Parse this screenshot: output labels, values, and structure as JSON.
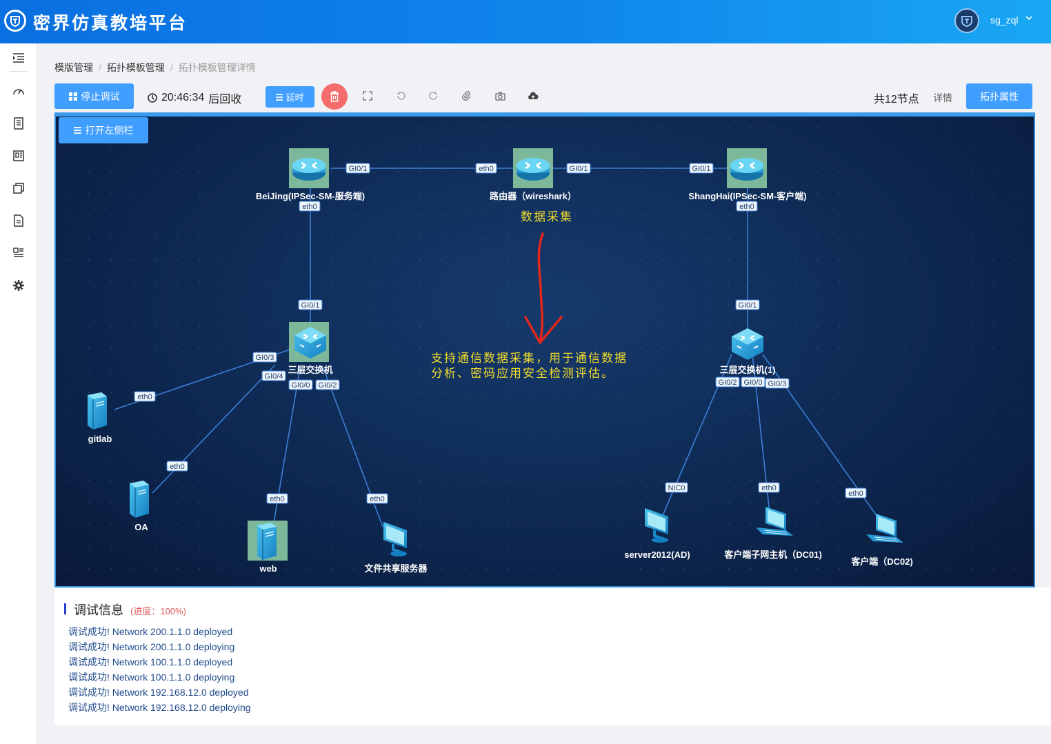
{
  "header": {
    "app_title": "密界仿真教培平台",
    "username": "sg_zql",
    "logo_icon": "shield-logo-icon",
    "avatar_icon": "user-avatar-icon"
  },
  "sidebar": {
    "items": [
      {
        "icon": "menu-indent-icon"
      },
      {
        "icon": "dashboard-icon"
      },
      {
        "icon": "document-icon"
      },
      {
        "icon": "book-icon"
      },
      {
        "icon": "copy-icon"
      },
      {
        "icon": "file-icon"
      },
      {
        "icon": "layout-icon"
      },
      {
        "icon": "gear-icon"
      }
    ]
  },
  "breadcrumb": {
    "items": [
      "模版管理",
      "拓扑模板管理",
      "拓扑模板管理详情"
    ],
    "separator": "/"
  },
  "toolbar": {
    "stop_debug_label": "停止调试",
    "timer_time": "20:46:34",
    "timer_suffix": "后回收",
    "delay_label": "延时",
    "node_count": "共12节点",
    "detail_label": "详情",
    "topo_props_label": "拓扑属性"
  },
  "canvas": {
    "open_sidebar_label": "打开左侧栏",
    "nodes": {
      "beijing": "BeiJing(IPSec-SM-服务端)",
      "router_ws": "路由器（wireshark）",
      "shanghai": "ShangHai(IPSec-SM-客户端)",
      "l3_switch": "三层交换机",
      "l3_switch_1": "三层交换机(1)",
      "gitlab": "gitlab",
      "oa": "OA",
      "web": "web",
      "file_server": "文件共享服务器",
      "server2012": "server2012(AD)",
      "client_dc01": "客户端子网主机（DC01)",
      "client_dc02": "客户端（DC02)"
    },
    "ports": {
      "bj_gi01": "GI0/1",
      "bj_eth0": "eth0",
      "rw_eth0": "eth0",
      "rw_gi01": "GI0/1",
      "sh_gi01": "GI0/1",
      "sh_eth0": "eth0",
      "sw_gi01": "GI0/1",
      "sw_gi03": "GI0/3",
      "sw_gi04": "GI0/4",
      "sw_gi00": "GI0/0",
      "sw_gi02": "GI0/2",
      "gitlab_eth0": "eth0",
      "oa_eth0": "eth0",
      "web_eth0": "eth0",
      "fs_eth0": "eth0",
      "sw1_gi01": "GI0/1",
      "sw1_gi02": "GI0/2",
      "sw1_gi00": "GI0/0",
      "sw1_gi03": "GI0/3",
      "ad_nic0": "NIC0",
      "dc01_eth0": "eth0",
      "dc02_eth0": "eth0"
    },
    "annotation_title": "数据采集",
    "annotation_line1": "支持通信数据采集，用于通信数据",
    "annotation_line2": "分析、密码应用安全检测评估。",
    "colors": {
      "link": "#3d7fd6",
      "annotation": "#f2dc2b",
      "arrow": "#e3261c",
      "selected_bg": "#7eb89a"
    }
  },
  "debug": {
    "title": "调试信息",
    "progress": "(进度：100%)",
    "logs": [
      "调试成功! Network 200.1.1.0 deployed",
      "调试成功! Network 200.1.1.0 deploying",
      "调试成功! Network 100.1.1.0 deployed",
      "调试成功! Network 100.1.1.0 deploying",
      "调试成功! Network 192.168.12.0 deployed",
      "调试成功! Network 192.168.12.0 deploying"
    ]
  }
}
